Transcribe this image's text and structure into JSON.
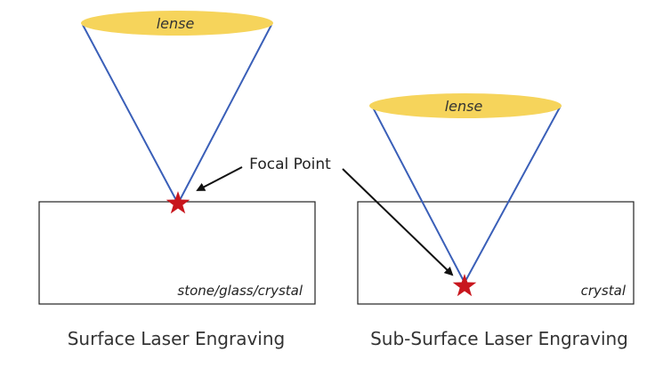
{
  "colors": {
    "lens_fill": "#f6d45b",
    "beam": "#3a5fb8",
    "focal_star": "#c8161d",
    "box_stroke": "#222222",
    "arrow": "#111111",
    "text": "#333333"
  },
  "annotation": {
    "focal_point_label": "Focal Point"
  },
  "surface": {
    "lens_label": "lense",
    "material_label": "stone/glass/crystal",
    "caption": "Surface Laser Engraving"
  },
  "subsurface": {
    "lens_label": "lense",
    "material_label": "crystal",
    "caption": "Sub-Surface Laser Engraving"
  }
}
